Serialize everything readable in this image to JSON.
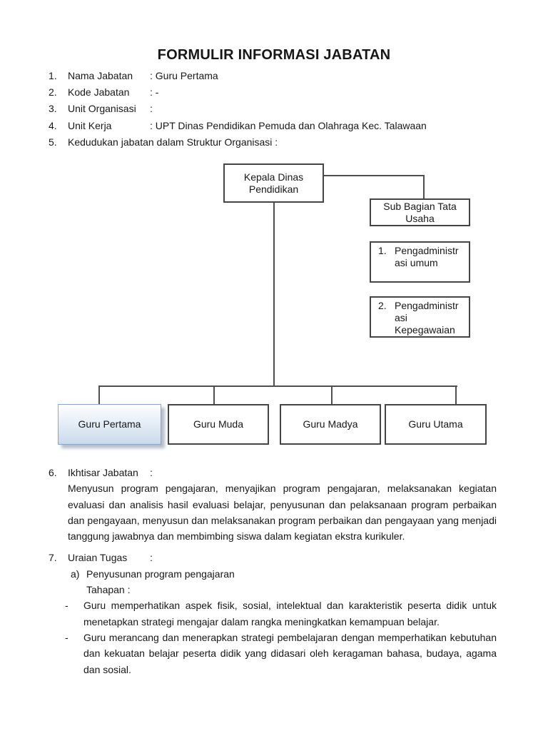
{
  "page": {
    "title": "FORMULIR INFORMASI JABATAN"
  },
  "form_fields": [
    {
      "num": "1.",
      "label": "Nama Jabatan",
      "value": ": Guru Pertama"
    },
    {
      "num": "2.",
      "label": "Kode Jabatan",
      "value": ": -"
    },
    {
      "num": "3.",
      "label": "Unit Organisasi",
      "value": ":"
    },
    {
      "num": "4.",
      "label": "Unit Kerja",
      "value": ": UPT Dinas Pendidikan Pemuda dan Olahraga Kec. Talawaan"
    },
    {
      "num": "5.",
      "label": "Kedudukan jabatan dalam Struktur Organisasi :",
      "value": ""
    }
  ],
  "org_chart": {
    "root_label": "Kepala Dinas Pendidikan",
    "staff_label": "Sub Bagian Tata Usaha",
    "staff_members": [
      {
        "num": "1.",
        "label": "Pengadministrasi umum"
      },
      {
        "num": "2.",
        "label": "Pengadministrasi Kepegawaian"
      }
    ],
    "positions": [
      {
        "label": "Guru Pertama",
        "highlighted": true
      },
      {
        "label": "Guru Muda",
        "highlighted": false
      },
      {
        "label": "Guru Madya",
        "highlighted": false
      },
      {
        "label": "Guru Utama",
        "highlighted": false
      }
    ],
    "highlight_fill_top": "#fdfeff",
    "highlight_fill_bottom": "#c9daec",
    "highlight_border": "#8aa5c8",
    "line_color": "#4f4f4f",
    "box_border_color": "#454545"
  },
  "sections": {
    "ikhtisar": {
      "num": "6.",
      "label": "Ikhtisar Jabatan",
      "colon": ":",
      "paragraph": "Menyusun program pengajaran, menyajikan program pengajaran, melaksanakan kegiatan evaluasi dan analisis hasil evaluasi belajar, penyusunan dan pelaksanaan program perbaikan dan pengayaan, menyusun dan melaksanakan program perbaikan dan pengayaan yang menjadi tanggung jawabnya dan membimbing siswa dalam kegiatan ekstra kurikuler."
    },
    "uraian": {
      "num": "7.",
      "label": "Uraian Tugas",
      "colon": ":",
      "item_letter": "a)",
      "item_title": "Penyusunan program pengajaran",
      "stage_label": "Tahapan :",
      "bullets": [
        {
          "marker": "-",
          "text": "Guru memperhatikan aspek fisik, sosial, intelektual dan karakteristik peserta didik untuk menetapkan strategi mengajar dalam rangka meningkatkan kemampuan belajar."
        },
        {
          "marker": "-",
          "text": "Guru merancang dan menerapkan strategi pembelajaran dengan memperhatikan kebutuhan dan kekuatan belajar peserta didik yang didasari oleh keragaman bahasa, budaya, agama dan sosial."
        }
      ]
    }
  }
}
